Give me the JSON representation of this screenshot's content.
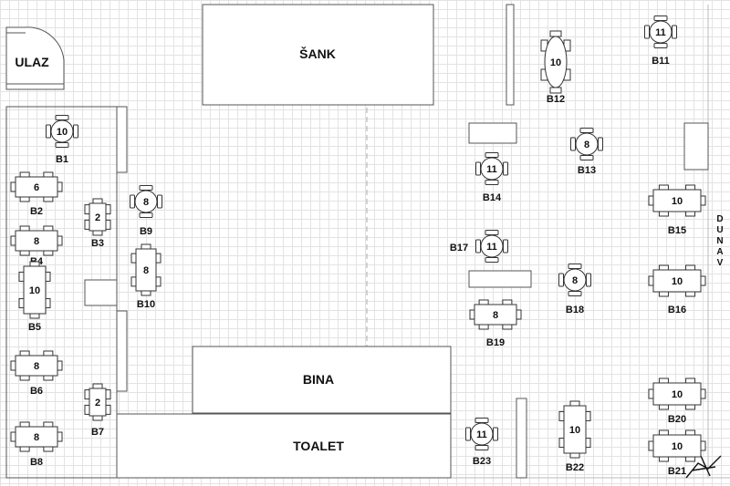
{
  "title": "Floor plan",
  "rooms": {
    "entrance": "ULAZ",
    "bar": "ŠANK",
    "stage": "BINA",
    "toilet": "TOALET",
    "river": "DUNAV"
  },
  "tables": [
    {
      "id": "B1",
      "label": "B1",
      "seats": "10",
      "shape": "round"
    },
    {
      "id": "B2",
      "label": "B2",
      "seats": "6",
      "shape": "rect"
    },
    {
      "id": "B3",
      "label": "B3",
      "seats": "2",
      "shape": "rect"
    },
    {
      "id": "B4",
      "label": "B4",
      "seats": "8",
      "shape": "rect"
    },
    {
      "id": "B5",
      "label": "B5",
      "seats": "10",
      "shape": "rect"
    },
    {
      "id": "B6",
      "label": "B6",
      "seats": "8",
      "shape": "rect"
    },
    {
      "id": "B7",
      "label": "B7",
      "seats": "2",
      "shape": "rect"
    },
    {
      "id": "B8",
      "label": "B8",
      "seats": "8",
      "shape": "rect"
    },
    {
      "id": "B9",
      "label": "B9",
      "seats": "8",
      "shape": "round"
    },
    {
      "id": "B10",
      "label": "B10",
      "seats": "8",
      "shape": "rect"
    },
    {
      "id": "B11",
      "label": "B11",
      "seats": "11",
      "shape": "round"
    },
    {
      "id": "B12",
      "label": "B12",
      "seats": "10",
      "shape": "oval"
    },
    {
      "id": "B13",
      "label": "B13",
      "seats": "8",
      "shape": "round"
    },
    {
      "id": "B14",
      "label": "B14",
      "seats": "11",
      "shape": "round"
    },
    {
      "id": "B15",
      "label": "B15",
      "seats": "10",
      "shape": "rect"
    },
    {
      "id": "B16",
      "label": "B16",
      "seats": "10",
      "shape": "rect"
    },
    {
      "id": "B17",
      "label": "B17",
      "seats": "11",
      "shape": "round"
    },
    {
      "id": "B18",
      "label": "B18",
      "seats": "8",
      "shape": "round"
    },
    {
      "id": "B19",
      "label": "B19",
      "seats": "8",
      "shape": "rect"
    },
    {
      "id": "B20",
      "label": "B20",
      "seats": "10",
      "shape": "rect"
    },
    {
      "id": "B21",
      "label": "B21",
      "seats": "10",
      "shape": "rect"
    },
    {
      "id": "B22",
      "label": "B22",
      "seats": "10",
      "shape": "rect"
    },
    {
      "id": "B23",
      "label": "B23",
      "seats": "11",
      "shape": "round"
    }
  ]
}
